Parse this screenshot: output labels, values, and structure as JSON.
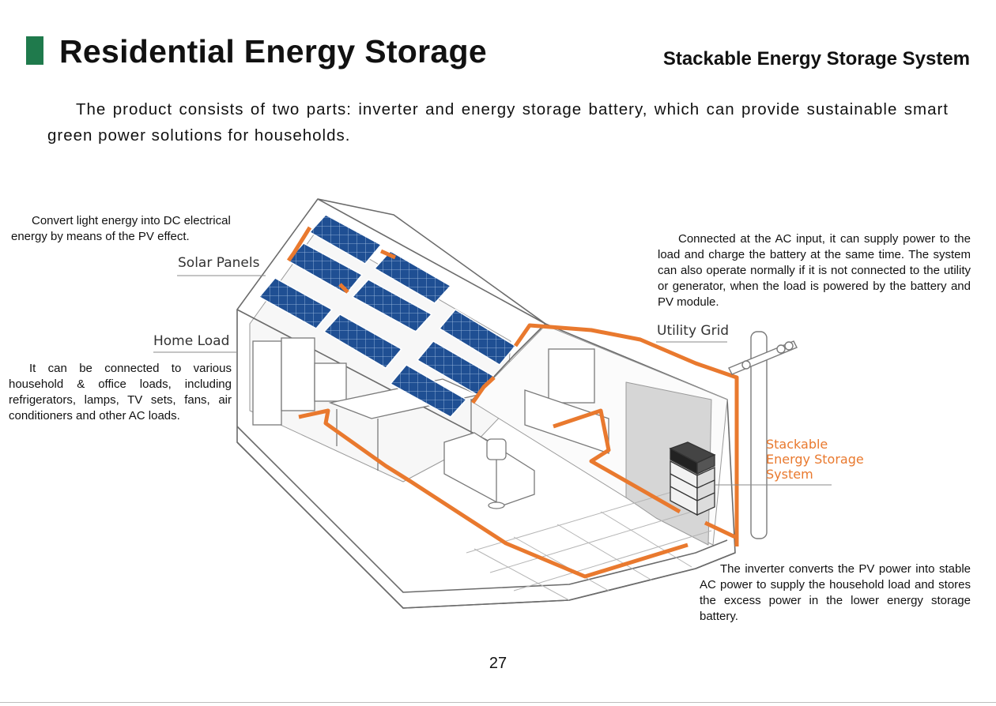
{
  "header": {
    "title": "Residential Energy Storage",
    "subtitle": "Stackable Energy Storage System"
  },
  "intro": "The product consists of two parts: inverter and energy storage battery, which can provide sustainable smart green power solutions for households.",
  "diagram": {
    "labels": {
      "solar_panels": "Solar Panels",
      "home_load": "Home Load",
      "utility_grid": "Utility Grid",
      "storage_line1": "Stackable",
      "storage_line2": "Energy Storage",
      "storage_line3": "System"
    },
    "notes": {
      "pv": "Convert light energy into DC electrical energy by means of the PV effect.",
      "home_load": "It can be connected to various household & office loads, including refrigerators, lamps, TV sets, fans, air conditioners and other AC loads.",
      "ac_input": "Connected at the AC input, it can supply power to the load and charge the battery at the same time. The system can also operate normally if it is not connected to the utility or generator, when the load is powered by the battery and PV module.",
      "inverter": "The inverter converts the PV power into stable AC power to supply the household load and stores the excess power in the lower energy storage battery."
    },
    "colors": {
      "cable": "#e9792e",
      "panel": "#1f4f93",
      "accent": "#1f7a4c"
    }
  },
  "footer": {
    "page_number": "27"
  }
}
